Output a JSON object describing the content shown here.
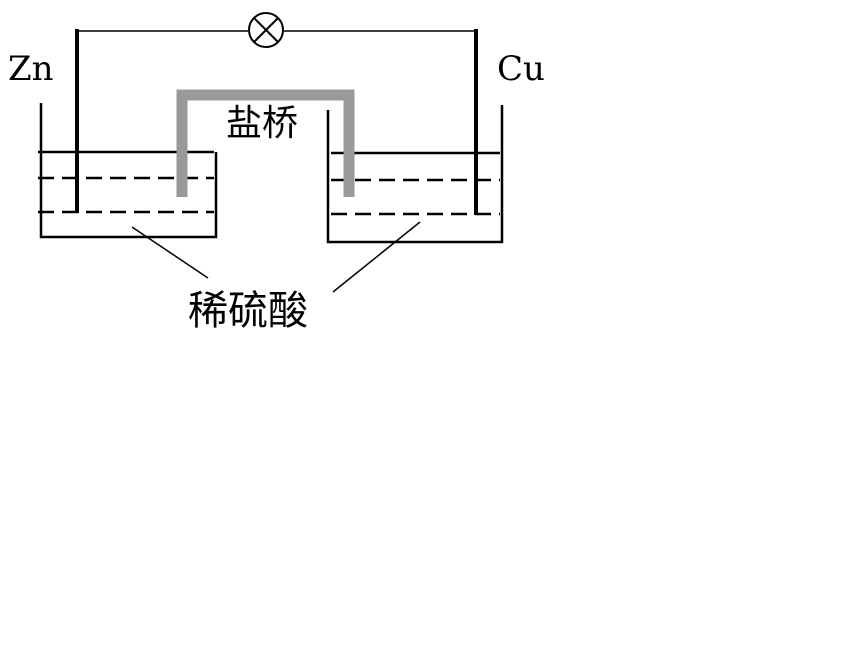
{
  "labels": {
    "left_electrode": "Zn",
    "right_electrode": "Cu",
    "salt_bridge": "盐桥",
    "solution": "稀硫酸"
  },
  "icons": {
    "meter": "circle-x-meter-icon"
  },
  "colors": {
    "line": "#000000",
    "salt_bridge": "#999999",
    "background": "#ffffff"
  }
}
